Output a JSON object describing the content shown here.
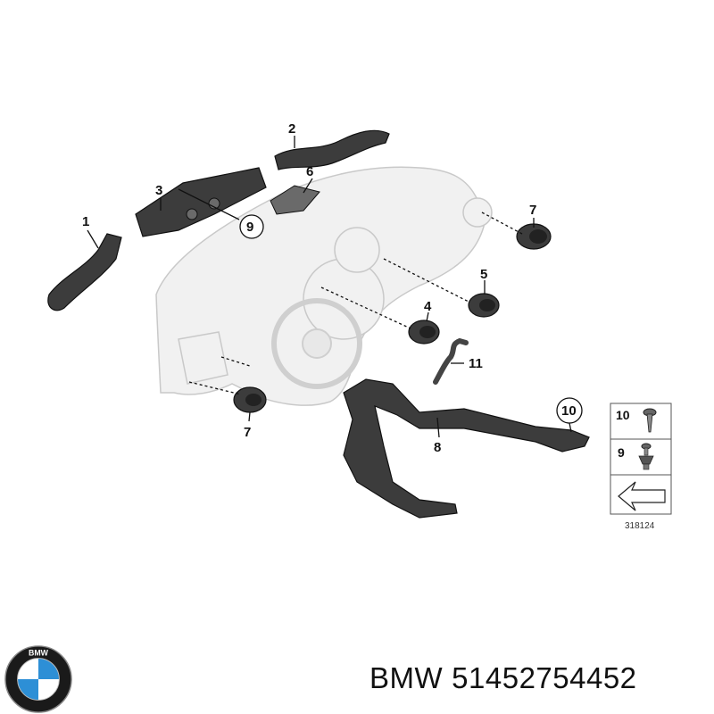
{
  "diagram": {
    "callouts": [
      "1",
      "2",
      "3",
      "4",
      "5",
      "6",
      "7",
      "7",
      "8",
      "9",
      "10",
      "11"
    ],
    "legend": {
      "items": [
        "10",
        "9"
      ]
    },
    "reference_number": "318124"
  },
  "caption": {
    "brand": "BMW",
    "part_number": "51452754452"
  },
  "logo": {
    "lettering": "BMW",
    "colors": {
      "blue": "#2d8fd6",
      "white": "#ffffff",
      "ring": "#1a1a1a"
    }
  }
}
